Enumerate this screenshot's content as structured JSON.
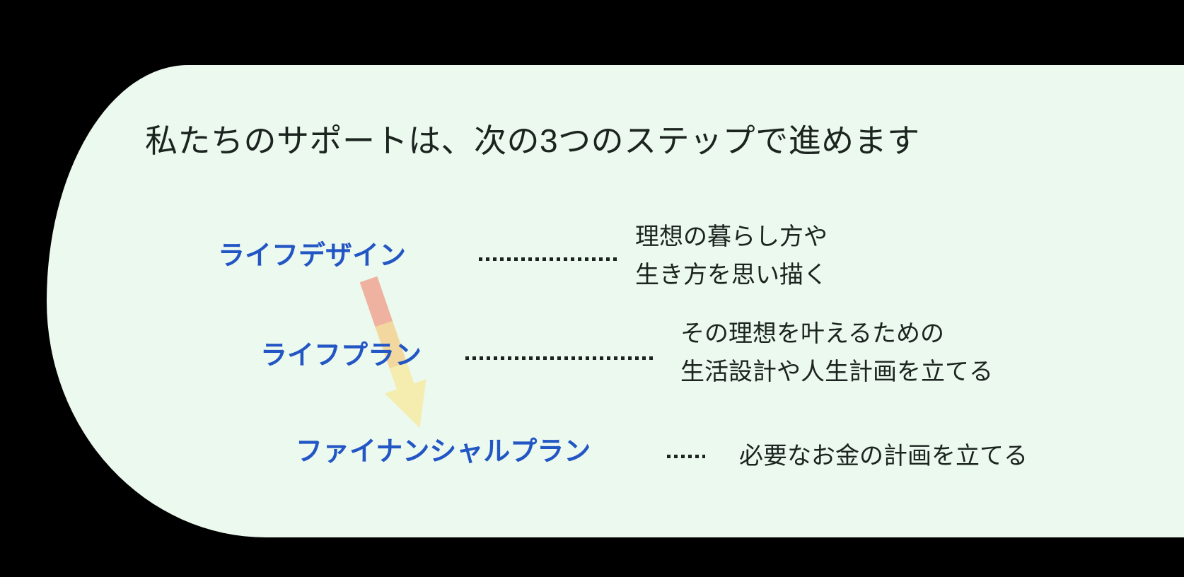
{
  "title": "私たちのサポートは、次の3つのステップで進めます",
  "steps": [
    {
      "label": "ライフデザイン",
      "desc_lines": [
        "理想の暮らし方や",
        "生き方を思い描く"
      ]
    },
    {
      "label": "ライフプラン",
      "desc_lines": [
        "その理想を叶えるための",
        "生活設計や人生計画を立てる"
      ]
    },
    {
      "label": "ファイナンシャルプラン",
      "desc_lines": [
        "必要なお金の計画を立てる"
      ]
    }
  ],
  "arrow": {
    "meaning": "flow from life design to financial plan",
    "direction": "down-right"
  },
  "colors": {
    "panel_bg": "#ECF9EE",
    "outer_bg": "#000000",
    "label_blue": "#2356C5",
    "text_dark": "#1B241F",
    "arrow_pink": "#F0B2A0",
    "arrow_mid_yellow": "#F2D89E",
    "arrow_pale_yellow": "#F5ECB0"
  }
}
